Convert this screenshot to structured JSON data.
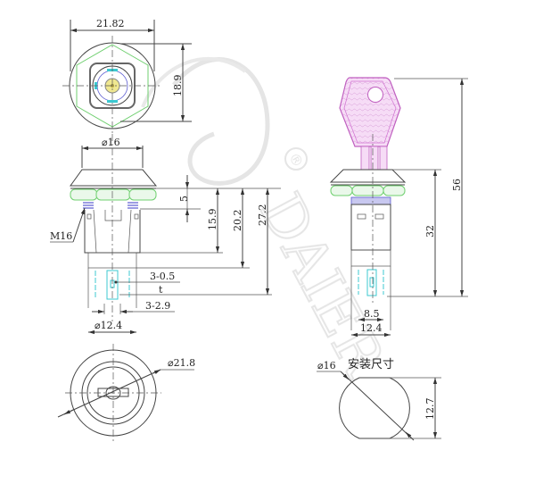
{
  "drawing": {
    "title_label": "安装尺寸",
    "watermark": {
      "text": "DAIER",
      "registered_mark": "®"
    },
    "colors": {
      "line": "#444444",
      "nut_green": "#6fcf6f",
      "thread_blue": "#5a5ad0",
      "terminal_cyan": "#3cc8d0",
      "key_pink": "#d070d0",
      "key_fill": "#f3d6f3",
      "center_yellow": "#f0e890",
      "watermark_gray": "#d8d8d8"
    }
  },
  "top_view": {
    "width_dim": "21.82",
    "height_dim": "18.9"
  },
  "side_view": {
    "bezel_dim": "⌀16",
    "thread_label": "M16",
    "dims": {
      "d5": "5",
      "d15_9": "15.9",
      "d20_2": "20.2",
      "d27_2": "27.2",
      "terminal_thickness": "3-0.5",
      "terminal_t": "t",
      "terminal_width": "3-2.9",
      "body_dia": "⌀12.4"
    }
  },
  "key_view": {
    "total_height": "56",
    "body_height": "32",
    "terminal_span": "8.5",
    "body_width": "12.4"
  },
  "front_view": {
    "outer_dia": "⌀21.8"
  },
  "mounting_cutout": {
    "heading": "安装尺寸",
    "dia": "⌀16",
    "flat": "12.7"
  }
}
